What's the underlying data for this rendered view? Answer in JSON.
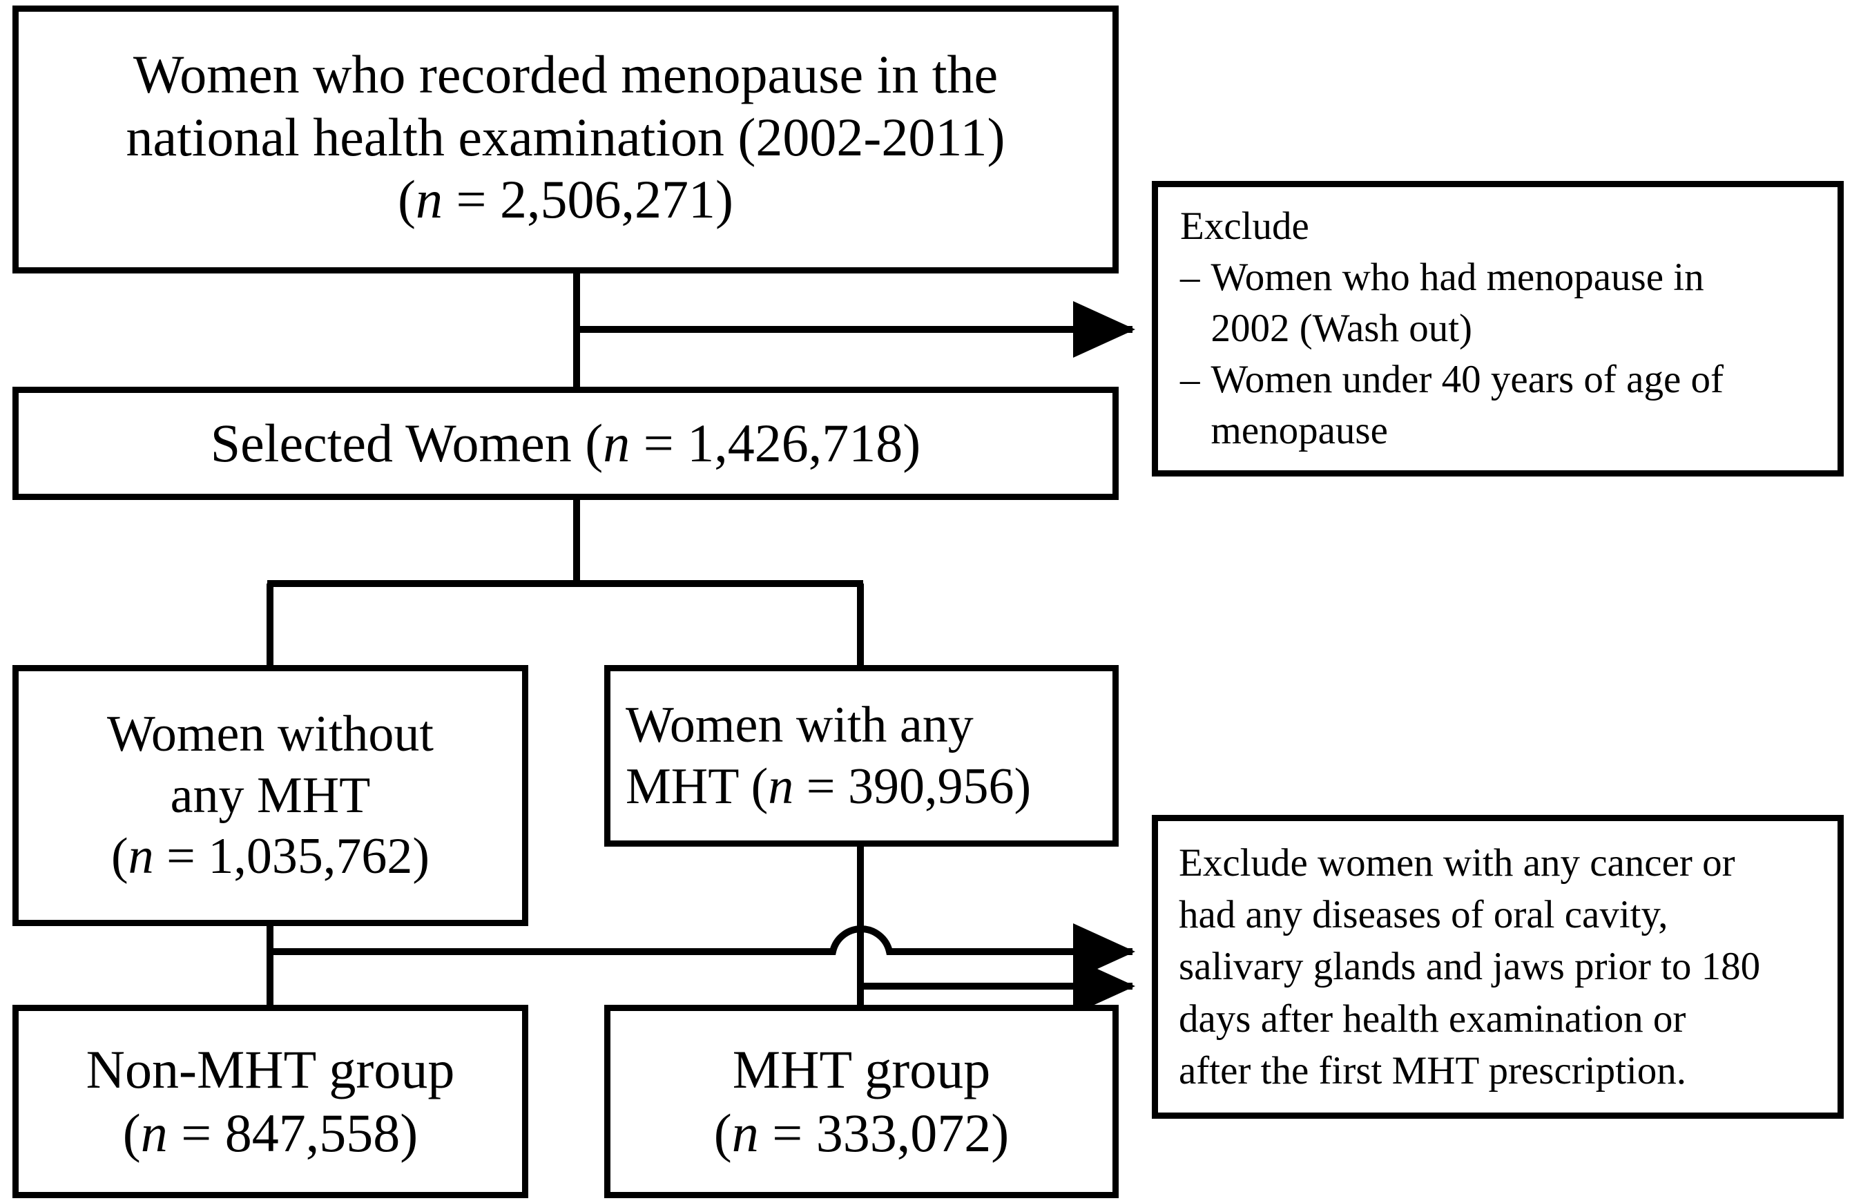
{
  "diagram": {
    "title": "Study population selection flowchart",
    "line_color": "#000000",
    "box_fill": "#ffffff",
    "text_color": "#000000"
  },
  "nodes": {
    "source": {
      "line1": "Women who recorded menopause in the",
      "line2": "national health examination (2002-2011)",
      "count_prefix": "(",
      "count_n": "n",
      "count_value": " = 2,506,271)"
    },
    "selected": {
      "label": "Selected Women",
      "count_prefix": "  (",
      "count_n": "n",
      "count_value": " = 1,426,718)"
    },
    "no_mht": {
      "line1": "Women without",
      "line2": "any MHT",
      "count_prefix": "(",
      "count_n": "n",
      "count_value": " = 1,035,762)"
    },
    "any_mht": {
      "line1": "Women with any",
      "line2_prefix": "MHT (",
      "count_n": "n",
      "line2_suffix": " = 390,956)"
    },
    "nonmht_group": {
      "label": "Non-MHT group",
      "count_prefix": "(",
      "count_n": "n",
      "count_value": " = 847,558)"
    },
    "mht_group": {
      "label": "MHT group",
      "count_prefix": "(",
      "count_n": "n",
      "count_value": " = 333,072)"
    },
    "exclude_1": {
      "heading": "Exclude",
      "dash": "–",
      "item1_line1": "Women who had menopause in",
      "item1_line2": "2002 (Wash out)",
      "item2_line1": "Women under 40 years of age of",
      "item2_line2": "menopause"
    },
    "exclude_2": {
      "line1": "Exclude women with any cancer or",
      "line2": "had any diseases of oral cavity,",
      "line3": "salivary glands and jaws prior to 180",
      "line4": "days after health examination or",
      "line5": "after the first MHT prescription."
    }
  },
  "chart_data": {
    "type": "flowchart",
    "title": "Study population selection flowchart",
    "nodes": [
      {
        "id": "source",
        "text": "Women who recorded menopause in the national health examination (2002-2011) (n = 2,506,271)",
        "n": 2506271
      },
      {
        "id": "exclude_1",
        "text": "Exclude – Women who had menopause in 2002 (Wash out) – Women under 40 years of age of menopause",
        "n": null
      },
      {
        "id": "selected",
        "text": "Selected Women (n = 1,426,718)",
        "n": 1426718
      },
      {
        "id": "no_mht",
        "text": "Women without any MHT (n = 1,035,762)",
        "n": 1035762
      },
      {
        "id": "any_mht",
        "text": "Women with any MHT (n = 390,956)",
        "n": 390956
      },
      {
        "id": "exclude_2",
        "text": "Exclude women with any cancer or had any diseases of oral cavity, salivary glands and jaws prior to 180 days after health examination or after the first MHT prescription.",
        "n": null
      },
      {
        "id": "nonmht_group",
        "text": "Non-MHT group (n = 847,558)",
        "n": 847558
      },
      {
        "id": "mht_group",
        "text": "MHT group (n = 333,072)",
        "n": 333072
      }
    ],
    "edges": [
      {
        "from": "source",
        "to": "selected",
        "arrow": false
      },
      {
        "from": "source",
        "to": "exclude_1",
        "arrow": true
      },
      {
        "from": "selected",
        "to": "no_mht",
        "arrow": false
      },
      {
        "from": "selected",
        "to": "any_mht",
        "arrow": false
      },
      {
        "from": "no_mht",
        "to": "nonmht_group",
        "arrow": false
      },
      {
        "from": "any_mht",
        "to": "mht_group",
        "arrow": false
      },
      {
        "from": "no_mht",
        "to": "exclude_2",
        "arrow": true
      },
      {
        "from": "any_mht",
        "to": "exclude_2",
        "arrow": true
      }
    ]
  }
}
